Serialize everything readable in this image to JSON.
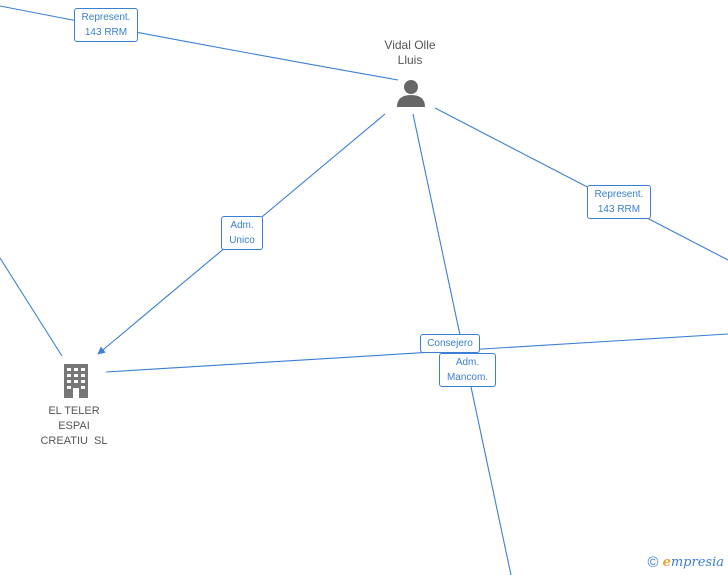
{
  "nodes": {
    "person": {
      "name_line1": "Vidal Olle",
      "name_line2": "Lluis",
      "icon": "person-icon"
    },
    "company": {
      "name_line1": "EL TELER",
      "name_line2": "ESPAI",
      "name_line3": "CREATIU  SL",
      "icon": "building-icon"
    }
  },
  "relations": {
    "represent_top": {
      "line1": "Represent.",
      "line2": "143 RRM"
    },
    "adm_unico": {
      "line1": "Adm.",
      "line2": "Unico"
    },
    "represent_right": {
      "line1": "Represent.",
      "line2": "143 RRM"
    },
    "consejero": {
      "line1": "Consejero"
    },
    "adm_mancom": {
      "line1": "Adm.",
      "line2": "Mancom."
    }
  },
  "footer": {
    "copyright_symbol": "©",
    "brand_initial": "e",
    "brand_rest": "mpresia"
  },
  "colors": {
    "edge": "#3a7fd5",
    "node": "#666666",
    "brand_accent": "#f0a22e"
  }
}
